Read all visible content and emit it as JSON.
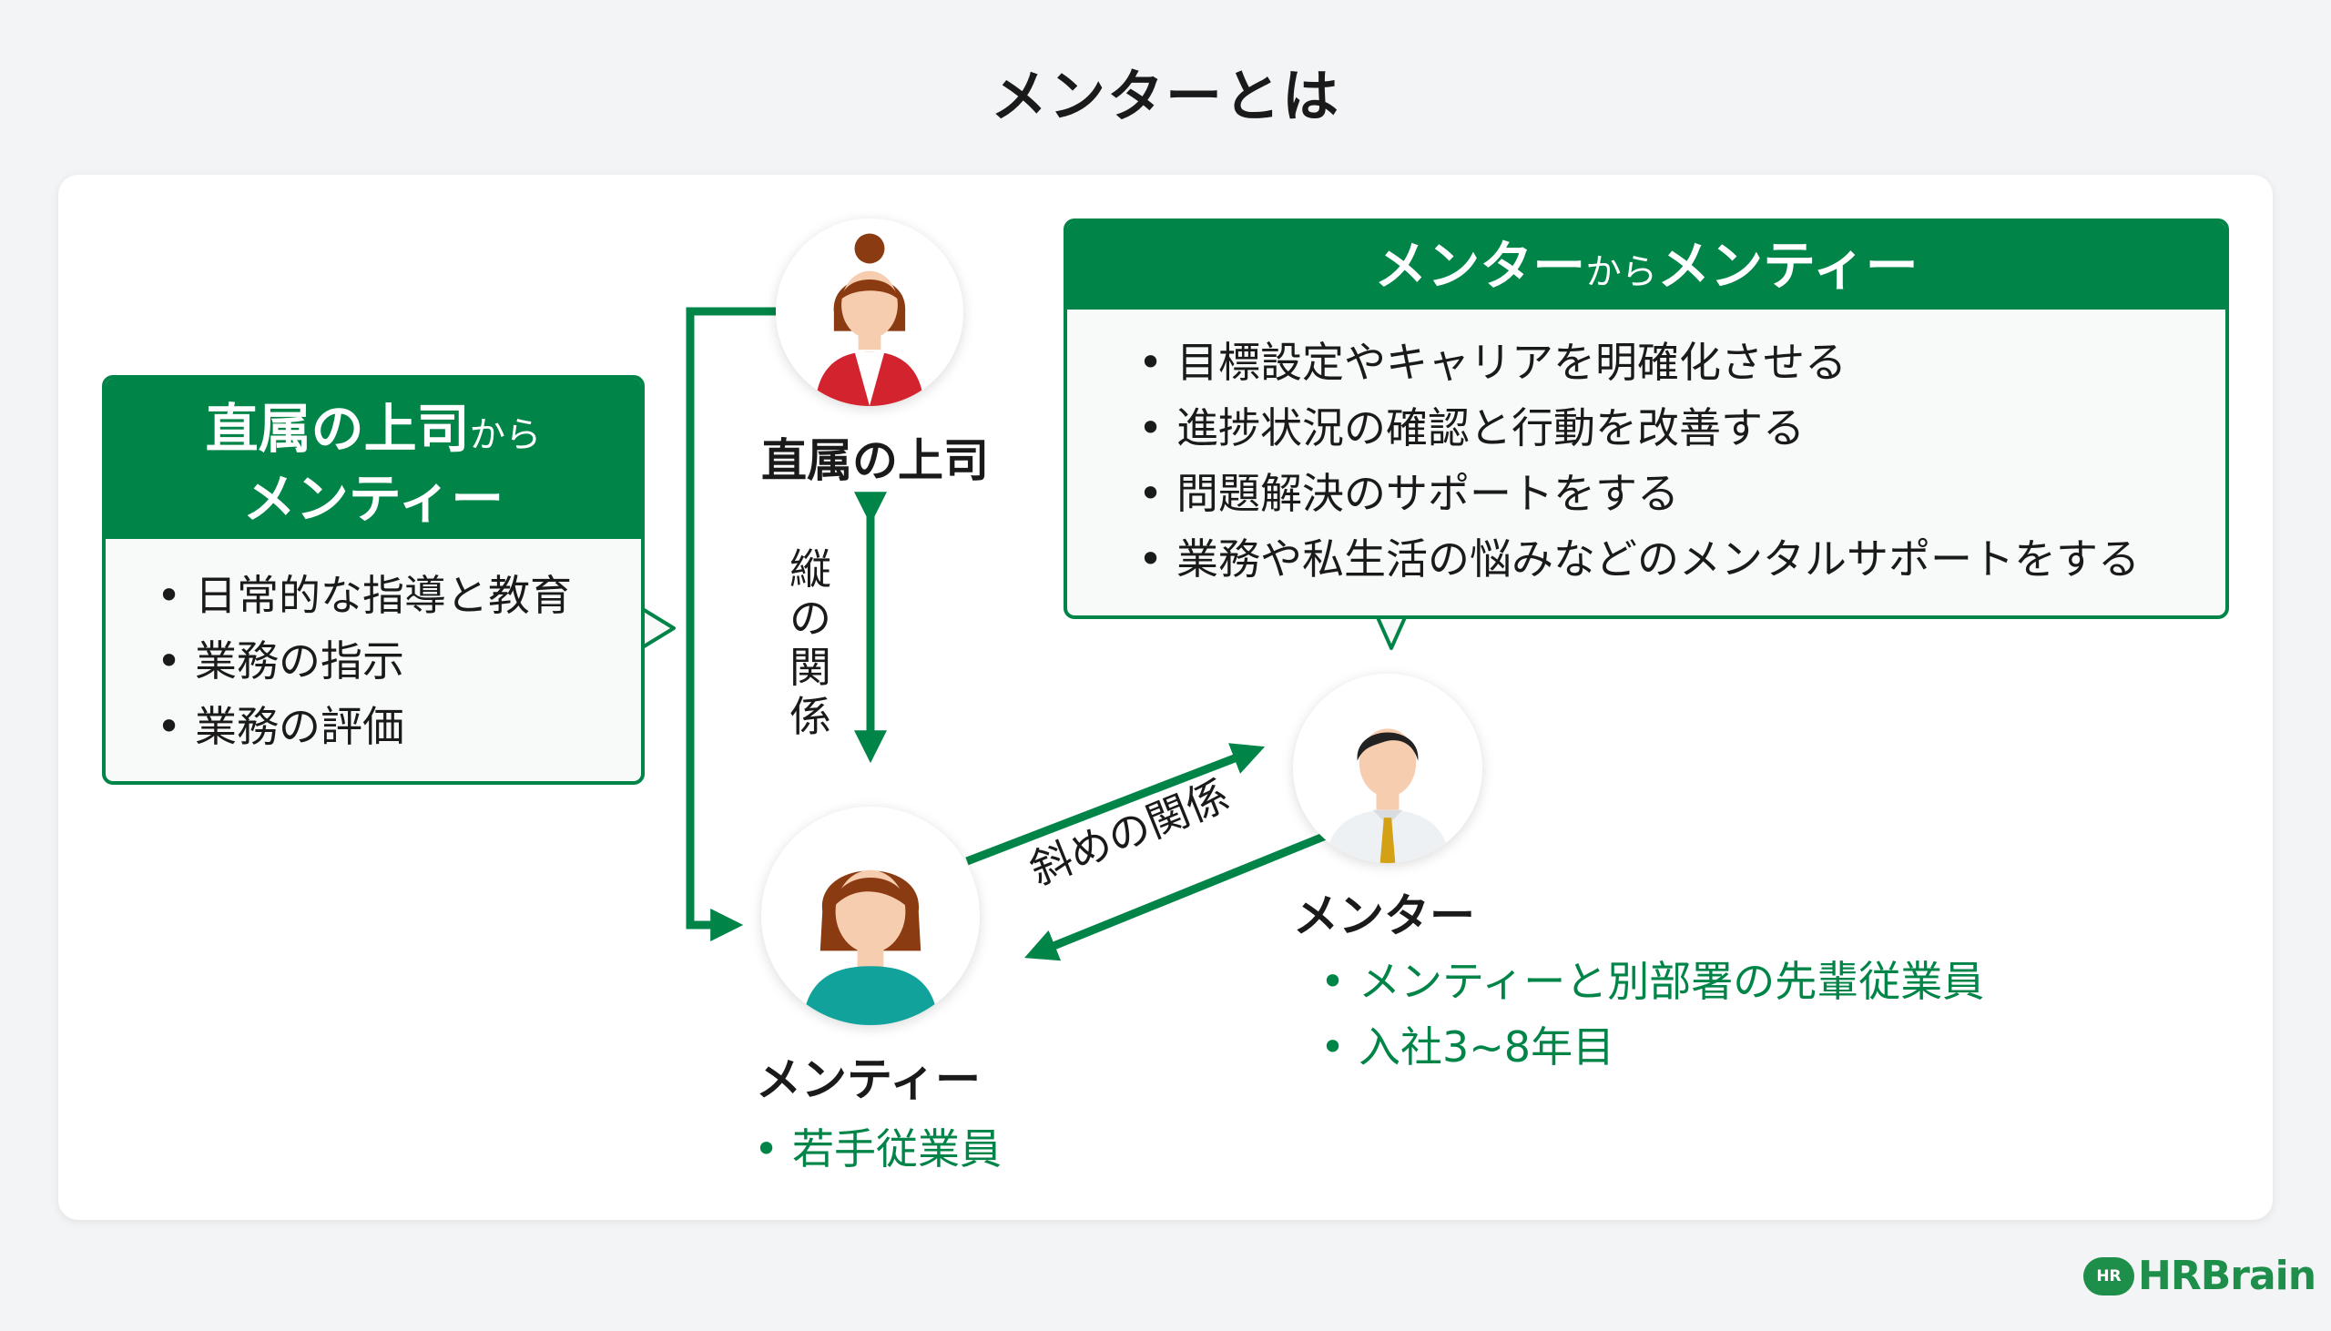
{
  "title": "メンターとは",
  "boss_box": {
    "heading_main": "直属の上司",
    "heading_small": "から",
    "heading_line2": "メンティー",
    "items": [
      "日常的な指導と教育",
      "業務の指示",
      "業務の評価"
    ]
  },
  "mentor_box": {
    "heading_a": "メンター",
    "heading_small": "から",
    "heading_b": "メンティー",
    "items": [
      "目標設定やキャリアを明確化させる",
      "進捗状況の確認と行動を改善する",
      "問題解決のサポートをする",
      "業務や私生活の悩みなどのメンタルサポートをする"
    ]
  },
  "boss": {
    "label": "直属の上司"
  },
  "vertical_relation": [
    "縦",
    "の",
    "関",
    "係"
  ],
  "diagonal_relation": "斜めの関係",
  "mentee": {
    "label": "メンティー",
    "items": [
      "若手従業員"
    ]
  },
  "mentor": {
    "label": "メンター",
    "items": [
      "メンティーと別部署の先輩従業員",
      "入社3~8年目"
    ]
  },
  "logo": {
    "badge": "HR",
    "text": "HRBrain"
  },
  "colors": {
    "accent": "#008447",
    "background": "#f3f4f6",
    "card": "#ffffff"
  }
}
